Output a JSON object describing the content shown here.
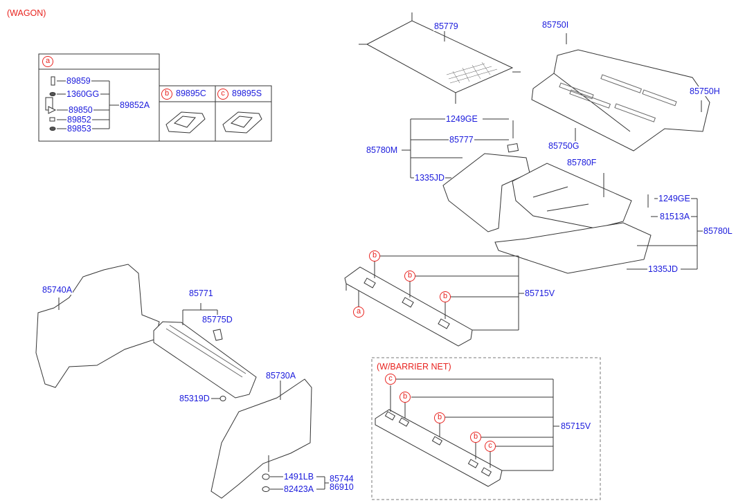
{
  "header": {
    "title": "(WAGON)"
  },
  "colors": {
    "label": "#1a1adc",
    "reference": "#e8231f",
    "line": "#333333"
  },
  "table_a": {
    "ref": "a",
    "items": [
      "89859",
      "1360GG",
      "89850",
      "89852",
      "89853"
    ],
    "assembly": "89852A"
  },
  "table_b": {
    "ref": "b",
    "part": "89895C"
  },
  "table_c": {
    "ref": "c",
    "part": "89895S"
  },
  "parts": {
    "p85779": "85779",
    "p85750I": "85750I",
    "p85750H": "85750H",
    "p85750G": "85750G",
    "p1249GE_a": "1249GE",
    "p85777": "85777",
    "p85780M": "85780M",
    "p1335JD_a": "1335JD",
    "p85780F": "85780F",
    "p1249GE_b": "1249GE",
    "p81513A": "81513A",
    "p85780L": "85780L",
    "p1335JD_b": "1335JD",
    "p85715V_a": "85715V",
    "p85740A": "85740A",
    "p85771": "85771",
    "p85775D": "85775D",
    "p85319D": "85319D",
    "p85730A": "85730A",
    "p1491LB": "1491LB",
    "p82423A": "82423A",
    "p85744": "85744",
    "p86910": "86910",
    "p85715V_b": "85715V"
  },
  "refs": {
    "a": "a",
    "b": "b",
    "c": "c"
  },
  "barrier_box": {
    "title": "(W/BARRIER NET)"
  }
}
